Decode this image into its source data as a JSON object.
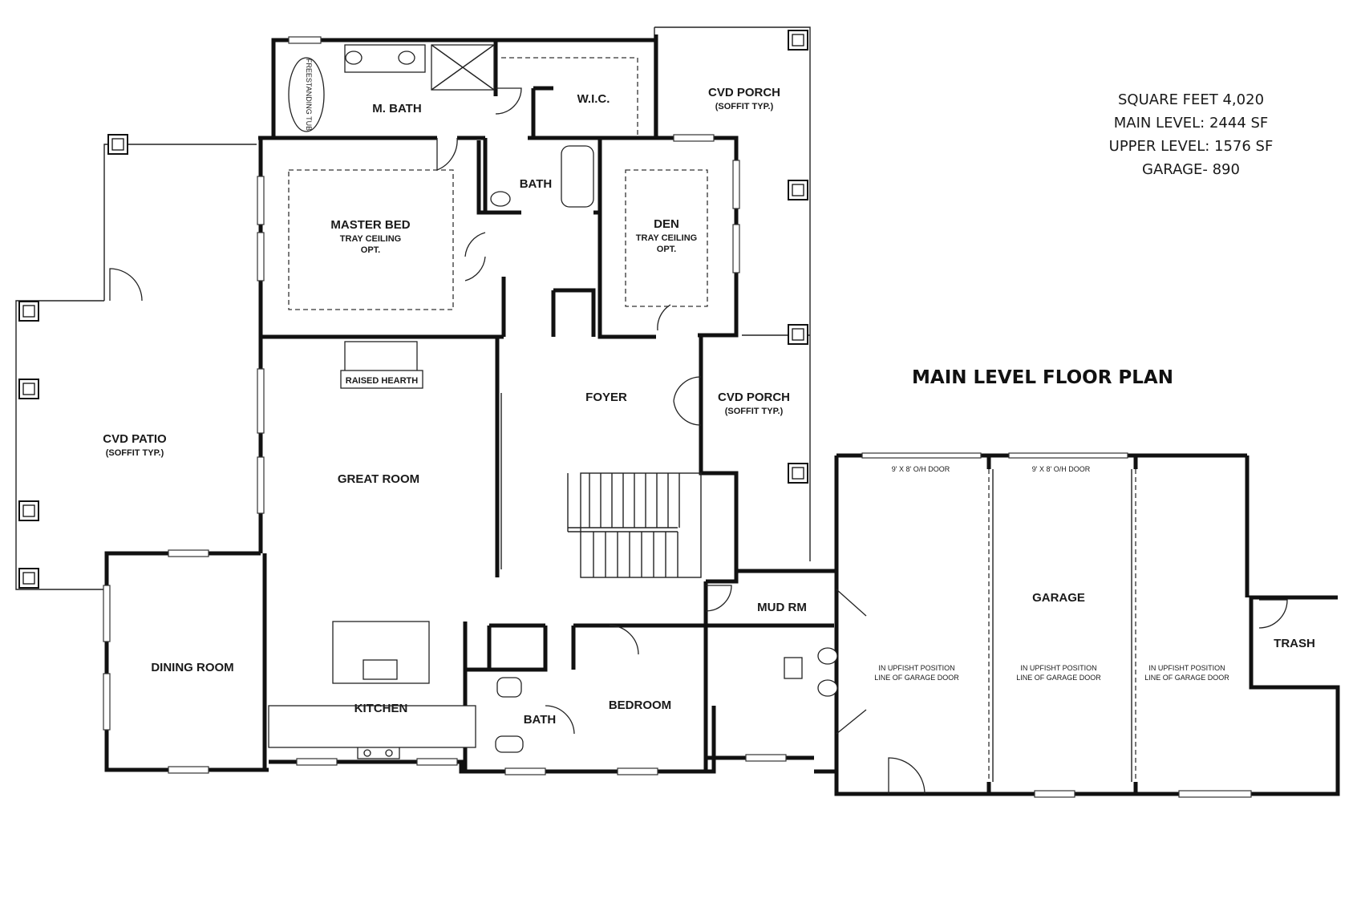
{
  "stats": {
    "total": "SQUARE FEET 4,020",
    "main": "MAIN LEVEL: 2444 SF",
    "upper": "UPPER LEVEL: 1576 SF",
    "garage": "GARAGE- 890"
  },
  "plan_title": "MAIN LEVEL FLOOR PLAN",
  "rooms": {
    "m_bath": "M. BATH",
    "tub": "FREESTANDING TUB",
    "wic": "W.I.C.",
    "cvd_porch_top": "CVD PORCH",
    "soffit_top": "(SOFFIT TYP.)",
    "bath_upper": "BATH",
    "master_bed": "MASTER BED",
    "master_tray": "TRAY CEILING",
    "master_opt": "OPT.",
    "den": "DEN",
    "den_tray": "TRAY CEILING",
    "den_opt": "OPT.",
    "raised_hearth": "RAISED HEARTH",
    "foyer": "FOYER",
    "cvd_porch_mid": "CVD PORCH",
    "soffit_mid": "(SOFFIT TYP.)",
    "cvd_patio": "CVD PATIO",
    "soffit_patio": "(SOFFIT TYP.)",
    "great_room": "GREAT ROOM",
    "dining_room": "DINING ROOM",
    "kitchen": "KITCHEN",
    "bath_lower": "BATH",
    "bedroom": "BEDROOM",
    "mud_rm": "MUD RM",
    "garage": "GARAGE",
    "trash": "TRASH",
    "door1": "9' X 8' O/H DOOR",
    "door2": "9' X 8' O/H DOOR",
    "upfit1_a": "IN UPFISHT POSITION",
    "upfit1_b": "LINE OF GARAGE DOOR",
    "upfit2_a": "IN UPFISHT POSITION",
    "upfit2_b": "LINE OF GARAGE DOOR",
    "upfit3_a": "IN UPFISHT POSITION",
    "upfit3_b": "LINE OF GARAGE DOOR"
  },
  "colors": {
    "ink": "#111111",
    "paper": "#ffffff"
  }
}
